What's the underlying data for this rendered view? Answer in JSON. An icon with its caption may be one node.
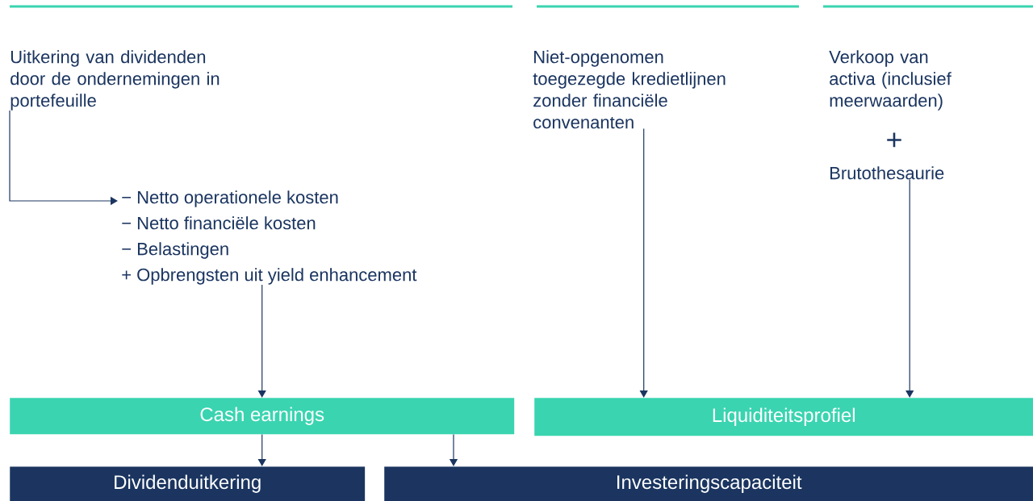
{
  "diagram": {
    "nodes": [
      {
        "text": [
          "Uitkering van dividenden door de ondernemingen in portefeuille"
        ]
      },
      {
        "text": [
          "− Netto operationele kosten",
          "− Netto financiële kosten",
          "− Belastingen",
          "+ Opbrengsten uit yield enhancement"
        ]
      },
      {
        "text": [
          "Niet-opgenomen toegezegde kredietlijnen zonder financiële convenanten"
        ]
      },
      {
        "text": [
          "Verkoop van activa (inclusief meerwaarden)"
        ]
      },
      {
        "text": [
          "Brutothesaurie"
        ]
      },
      {
        "text": [
          "Cash earnings"
        ]
      },
      {
        "text": [
          "Liquiditeitsprofiel"
        ]
      },
      {
        "text": [
          "Dividenduitkering"
        ]
      },
      {
        "text": [
          "Investeringscapaciteit"
        ]
      }
    ],
    "edges": [
      {
        "from": 0,
        "to": 1,
        "arrow": "to"
      },
      {
        "from": 1,
        "to": 5,
        "arrow": "to"
      },
      {
        "from": 2,
        "to": 6,
        "arrow": "to"
      },
      {
        "from": 4,
        "to": 6,
        "arrow": "to"
      },
      {
        "from": 5,
        "to": 7,
        "arrow": "to"
      },
      {
        "from": 5,
        "to": 8,
        "arrow": "to"
      }
    ],
    "labels": [
      "+"
    ]
  }
}
